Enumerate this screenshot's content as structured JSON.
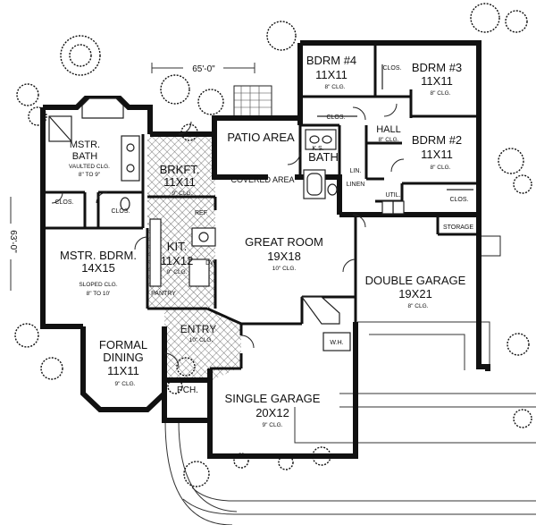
{
  "plan": {
    "width_dim": "65'-0\"",
    "depth_dim": "63'-0\""
  },
  "rooms": {
    "bdrm4": {
      "name": "BDRM #4",
      "size": "11X11",
      "ceiling": "8\" CLG."
    },
    "bdrm3": {
      "name": "BDRM #3",
      "size": "11X11",
      "ceiling": "8\" CLG."
    },
    "bdrm2": {
      "name": "BDRM #2",
      "size": "11X11",
      "ceiling": "8\" CLG."
    },
    "mstr_bath": {
      "name_line1": "MSTR.",
      "name_line2": "BATH",
      "ceiling_line1": "VAULTED CLG.",
      "ceiling_line2": "8\" TO 9\""
    },
    "mstr_bdrm": {
      "name": "MSTR. BDRM.",
      "size": "14X15",
      "ceiling_line1": "SLOPED CLG.",
      "ceiling_line2": "8\" TO 10'"
    },
    "patio": {
      "name": "PATIO AREA"
    },
    "covered": {
      "name": "COVERED AREA"
    },
    "brkft": {
      "name": "BRKFT.",
      "size": "11X11",
      "ceiling": "9\" CLG."
    },
    "kit": {
      "name": "KIT.",
      "size": "11X12",
      "ceiling": "9\" CLG."
    },
    "great_room": {
      "name": "GREAT ROOM",
      "size": "19X18",
      "ceiling": "10\" CLG."
    },
    "bath": {
      "name": "BATH"
    },
    "hall": {
      "name": "HALL",
      "ceiling": "8\" CLG."
    },
    "double_garage": {
      "name": "DOUBLE GARAGE",
      "size": "19X21",
      "ceiling": "8\" CLG."
    },
    "single_garage": {
      "name": "SINGLE GARAGE",
      "size": "20X12",
      "ceiling": "9\" CLG."
    },
    "entry": {
      "name": "ENTRY",
      "ceiling": "10\" CLG."
    },
    "formal_dining": {
      "name_line1": "FORMAL",
      "name_line2": "DINING",
      "size": "11X11",
      "ceiling": "9\" CLG."
    },
    "porch": {
      "name": "PCH."
    },
    "storage": {
      "name": "STORAGE"
    },
    "utility": {
      "name": "UTIL."
    }
  },
  "labels": {
    "clos": "CLOS.",
    "linen": "LINEN",
    "pantry": "PANTRY",
    "dw": "DW",
    "ref": "REF",
    "lin": "LIN.",
    "ks": "K.S.",
    "wh": "W.H."
  }
}
